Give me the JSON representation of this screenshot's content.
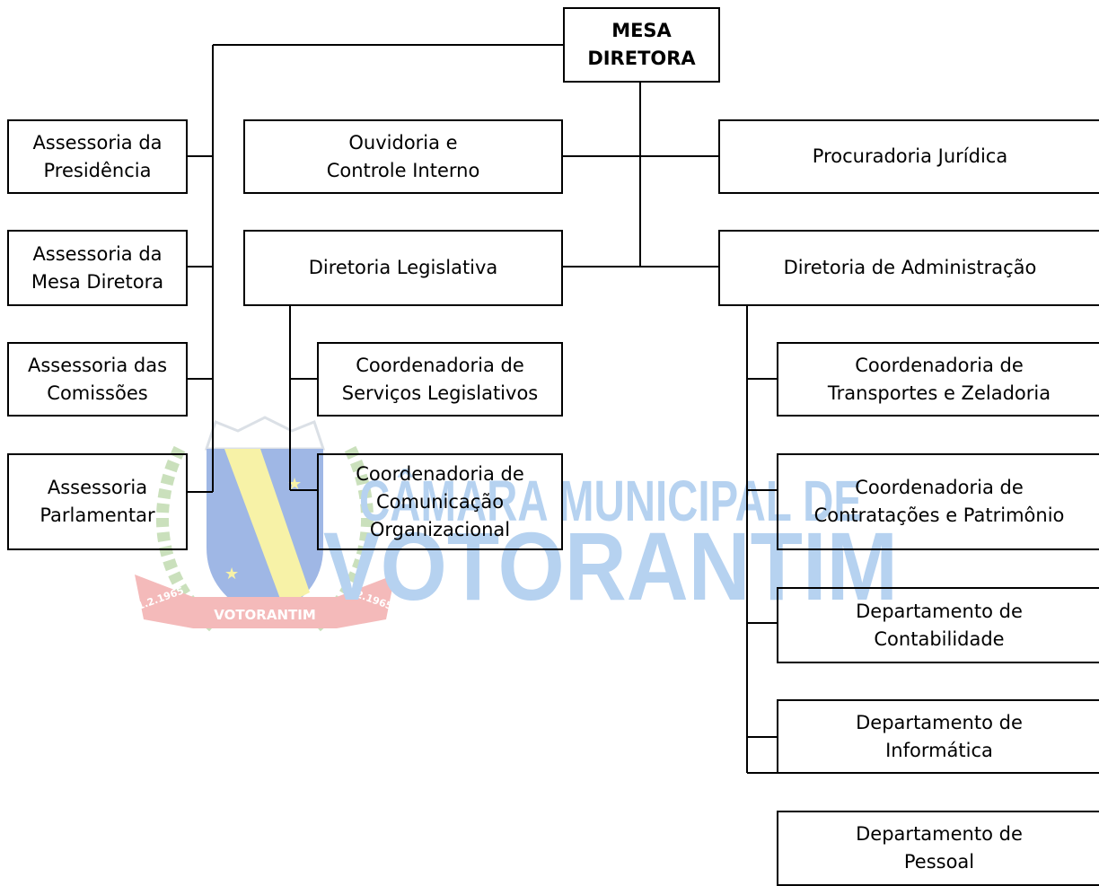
{
  "watermark": {
    "line1": "CÂMARA MUNICIPAL DE",
    "line2": "VOTORANTIM",
    "ribbon": "VOTORANTIM",
    "date_left": "1.2.1965",
    "date_right": "1.2.1965",
    "colors": {
      "text": "#9ec3eb",
      "shield": "#7f9fdd",
      "band": "#f5ee8a",
      "ribbon": "#f0a3a3",
      "wreath": "#b8d6a6"
    }
  },
  "boxes": {
    "mesa": [
      "MESA",
      "DIRETORA"
    ],
    "assessoria_presidencia": [
      "Assessoria da",
      "Presidência"
    ],
    "assessoria_mesa": [
      "Assessoria da",
      "Mesa Diretora"
    ],
    "assessoria_comissoes": [
      "Assessoria das",
      "Comissões"
    ],
    "assessoria_parlamentar": [
      "Assessoria",
      "Parlamentar"
    ],
    "ouvidoria": [
      "Ouvidoria e",
      "Controle Interno"
    ],
    "procuradoria": [
      "Procuradoria Jurídica"
    ],
    "diretoria_legislativa": [
      "Diretoria Legislativa"
    ],
    "diretoria_administracao": [
      "Diretoria de Administração"
    ],
    "coord_servicos": [
      "Coordenadoria de",
      "Serviços Legislativos"
    ],
    "coord_comunicacao": [
      "Coordenadoria de",
      "Comunicação",
      "Organizacional"
    ],
    "coord_transportes": [
      "Coordenadoria de",
      "Transportes e Zeladoria"
    ],
    "coord_contratacoes": [
      "Coordenadoria de",
      "Contratações e Patrimônio"
    ],
    "dep_contabilidade": [
      "Departamento de",
      "Contabilidade"
    ],
    "dep_informatica": [
      "Departamento de",
      "Informática"
    ],
    "dep_pessoal": [
      "Departamento de",
      "Pessoal"
    ]
  }
}
